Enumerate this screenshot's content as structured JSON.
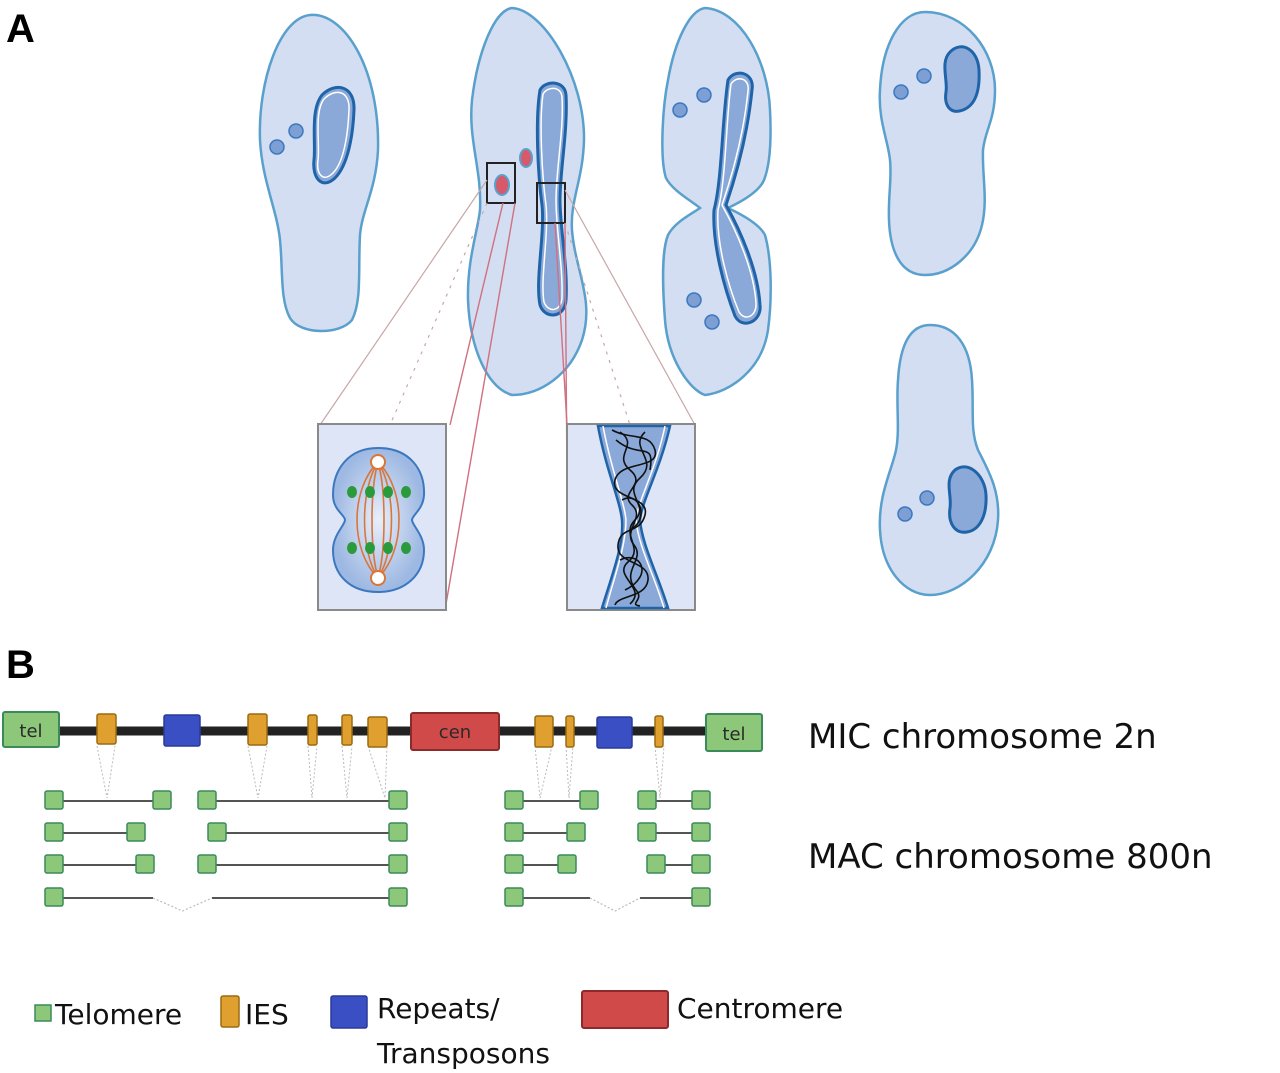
{
  "figure": {
    "panels": {
      "a": {
        "label": "A"
      },
      "b": {
        "label": "B"
      }
    },
    "panel_a": {
      "description": "Ciliate cell division stages with micronucleus mitosis and macronucleus amitosis insets",
      "stages": [
        "interphase",
        "dividing-early",
        "dividing-constricted",
        "daughter-top",
        "daughter-bottom"
      ],
      "insets": [
        "micronucleus-mitosis-inset",
        "macronucleus-amitosis-inset"
      ]
    },
    "panel_b": {
      "mic_row_label": "MIC chromosome 2n",
      "mac_row_label": "MAC chromosome 800n",
      "elements": {
        "telomere_label": "tel",
        "centromere_label": "cen"
      },
      "mic_features": [
        "tel",
        "IES",
        "repeat",
        "IES",
        "IES",
        "IES",
        "IES",
        "cen",
        "IES",
        "IES",
        "repeat",
        "IES",
        "tel"
      ]
    },
    "legend": {
      "items": [
        {
          "key": "telomere",
          "label": "Telomere",
          "color": "#8dc87a"
        },
        {
          "key": "ies",
          "label": "IES",
          "color": "#e0a030"
        },
        {
          "key": "repeats",
          "label": "Repeats/",
          "label2": "Transposons",
          "color": "#3b4fc4"
        },
        {
          "key": "centromere",
          "label": "Centromere",
          "color": "#d04a4a"
        }
      ]
    },
    "colors": {
      "cell_fill": "#d3def2",
      "cell_stroke": "#5aa0cc",
      "mac_fill": "#8aa9d8",
      "mac_stroke": "#1f64a8",
      "mic_fill": "#7e9fd4",
      "chromosome_line": "#222222",
      "telomere": "#8dc87a",
      "telomere_stroke": "#3a8a5a",
      "ies": "#e0a030",
      "ies_stroke": "#9a6a10",
      "repeat": "#3b4fc4",
      "centromere": "#d04a4a",
      "spindle": "#d9763a",
      "chromatid": "#2a9a3a"
    }
  }
}
